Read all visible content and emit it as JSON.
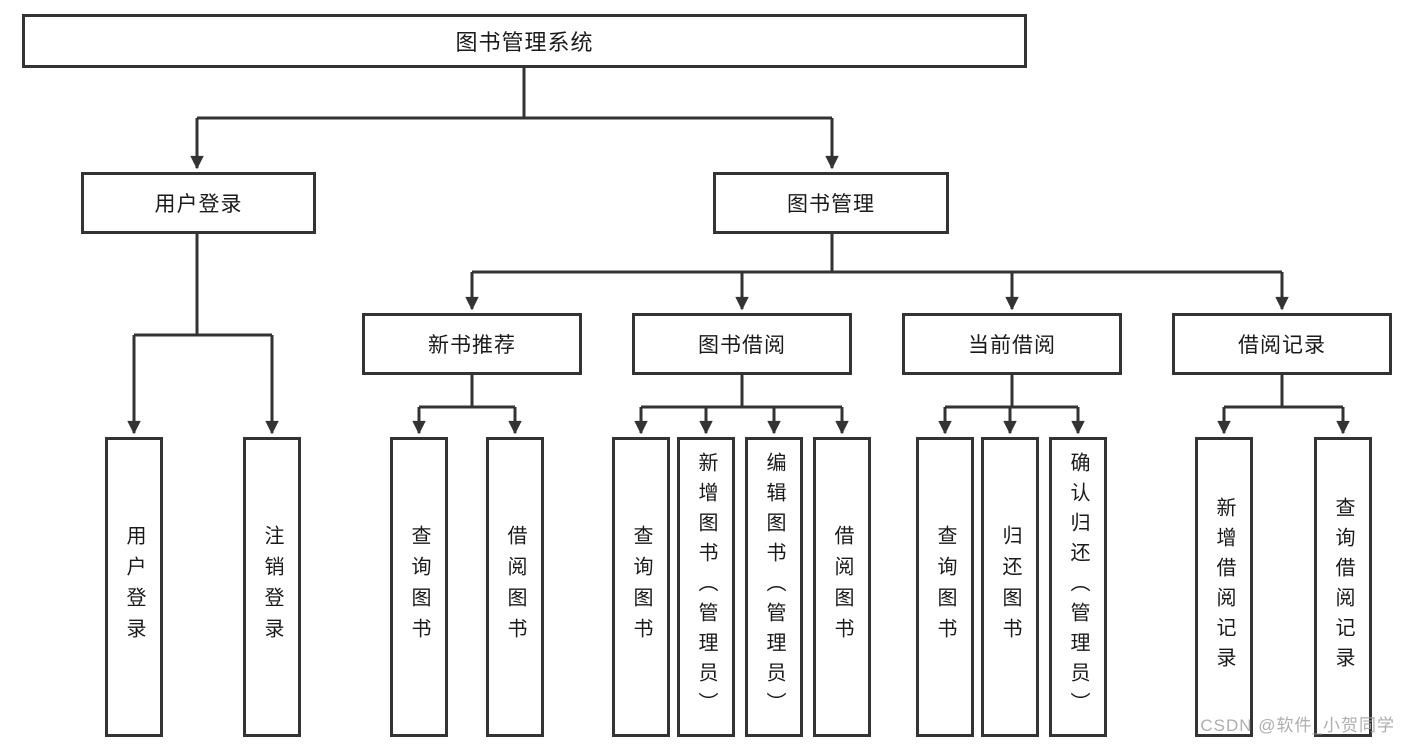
{
  "diagram": {
    "root": {
      "label": "图书管理系统"
    },
    "branches": {
      "user_login": {
        "label": "用户登录",
        "children": [
          "用户登录",
          "注销登录"
        ]
      },
      "book_management": {
        "label": "图书管理",
        "sections": [
          {
            "label": "新书推荐",
            "children": [
              "查询图书",
              "借阅图书"
            ]
          },
          {
            "label": "图书借阅",
            "children": [
              "查询图书",
              "新增图书（管理员）",
              "编辑图书（管理员）",
              "借阅图书"
            ]
          },
          {
            "label": "当前借阅",
            "children": [
              "查询图书",
              "归还图书",
              "确认归还（管理员）"
            ]
          },
          {
            "label": "借阅记录",
            "children": [
              "新增借阅记录",
              "查询借阅记录"
            ]
          }
        ]
      }
    }
  },
  "watermark": {
    "text": "CSDN @软件_小贺同学"
  },
  "colors": {
    "line": "#333333",
    "box_border": "#333333",
    "text": "#1a1a1a",
    "watermark": "#a0a0a0",
    "background": "#ffffff"
  }
}
